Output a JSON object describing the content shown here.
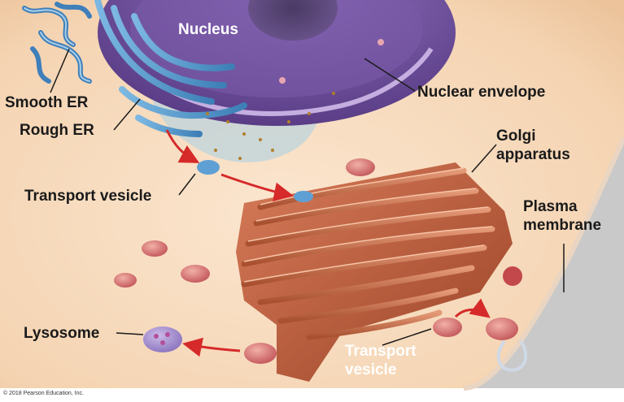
{
  "labels": {
    "nucleus": "Nucleus",
    "smooth_er": "Smooth ER",
    "rough_er": "Rough ER",
    "nuclear_envelope": "Nuclear envelope",
    "golgi_line1": "Golgi",
    "golgi_line2": "apparatus",
    "plasma_line1": "Plasma",
    "plasma_line2": "membrane",
    "transport_vesicle_top": "Transport vesicle",
    "lysosome": "Lysosome",
    "transport_vesicle_bottom_line1": "Transport",
    "transport_vesicle_bottom_line2": "vesicle"
  },
  "copyright": "© 2018 Pearson Education, Inc.",
  "colors": {
    "cytoplasm": "#f7dcc0",
    "nucleus": "#6e4f9a",
    "er": "#4f97cc",
    "golgi": "#c96a4a",
    "vesicle": "#d8707a",
    "lysosome": "#9a86c8",
    "arrow": "#d62a2a"
  }
}
